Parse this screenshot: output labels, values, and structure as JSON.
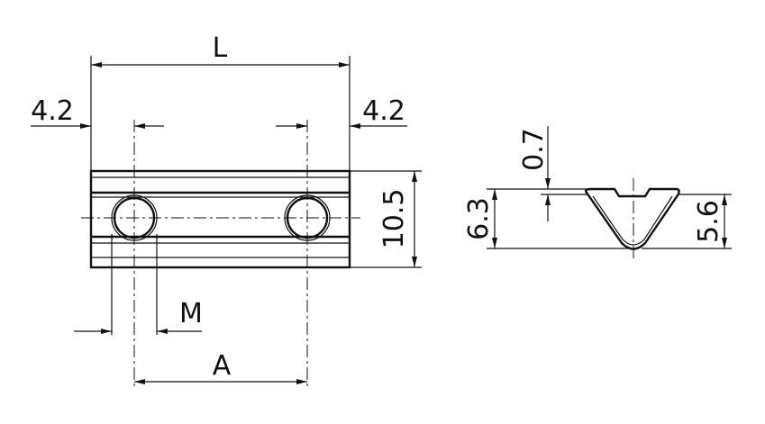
{
  "front_view": {
    "label_length": "L",
    "label_left_offset": "4.2",
    "label_right_offset": "4.2",
    "label_height": "10.5",
    "label_thread": "M",
    "label_hole_spacing": "A"
  },
  "side_view": {
    "label_top_thickness": "0.7",
    "label_total_height": "6.3",
    "label_body_height": "5.6"
  }
}
